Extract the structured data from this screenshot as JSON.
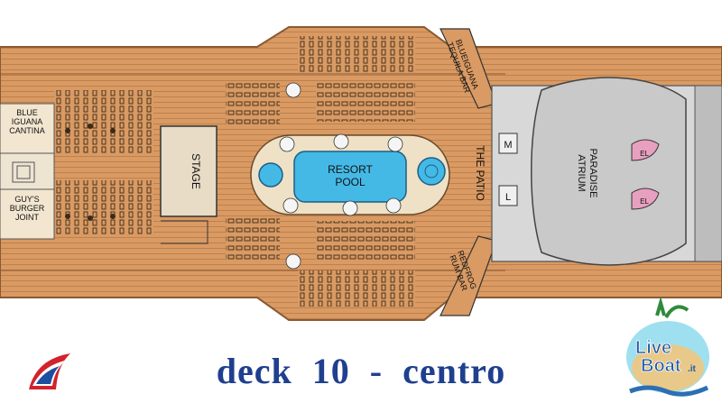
{
  "deck_plan": {
    "areas": {
      "blue_iguana": "BLUE IGUANA CANTINA",
      "guys_burger": "GUY'S BURGER JOINT",
      "stage": "STAGE",
      "resort_pool": "RESORT POOL",
      "blueiguana_tequila_bar": "BLUEIGUANA TEQUILA BAR",
      "redfrog_rum_bar": "REDFROG RUM BAR",
      "the_patio": "THE PATIO",
      "paradise_atrium": "PARADISE ATRIUM"
    },
    "markers": {
      "m": "M",
      "l": "L",
      "el_upper": "EL",
      "el_lower": "EL"
    }
  },
  "caption": "deck  10  -  centro",
  "logos": {
    "carnival": "carnival-funnel-logo",
    "liveboat": {
      "word1": "Live",
      "word2": "Boat",
      "suffix": ".it"
    }
  },
  "colors": {
    "deck_wood": "#d99a63",
    "interior": "#d8d8d8",
    "pool": "#45b9e6",
    "caption": "#1f3f8f",
    "elevator": "#e8a0c0"
  }
}
